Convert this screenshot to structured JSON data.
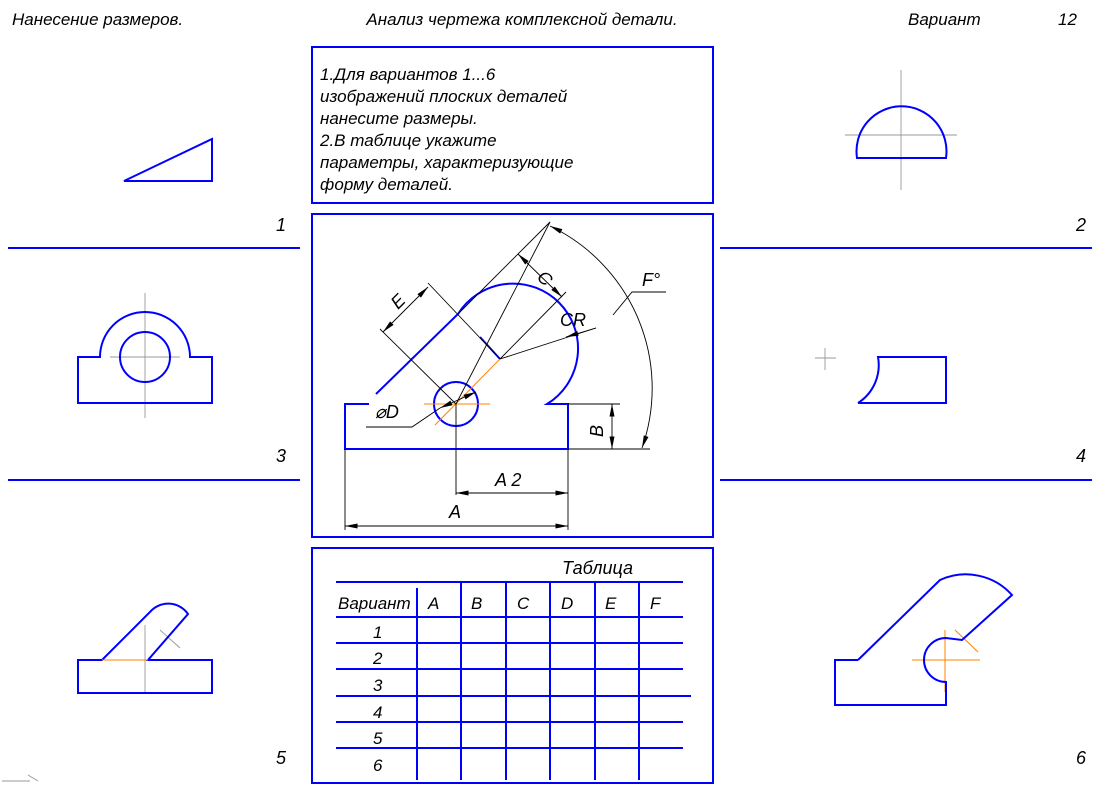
{
  "header": {
    "left_title": "Нанесение размеров.",
    "center_title": "Анализ чертежа комплексной детали.",
    "variant_label": "Вариант",
    "variant_number": "12"
  },
  "instructions": [
    "1.Для вариантов 1...6",
    "изображений плоских деталей",
    "нанесите размеры.",
    "2.В таблице укажите",
    "параметры, характеризующие",
    "форму деталей."
  ],
  "figure_numbers": [
    "1",
    "2",
    "3",
    "4",
    "5",
    "6"
  ],
  "main_drawing": {
    "dimensions": {
      "A": "A",
      "A2": "A 2",
      "B": "B",
      "C": "C",
      "CR": "CR",
      "D": "⌀D",
      "E": "E",
      "F": "F°"
    }
  },
  "table": {
    "title": "Таблица",
    "headers": [
      "Вариант",
      "A",
      "B",
      "C",
      "D",
      "E",
      "F"
    ],
    "rows": [
      "1",
      "2",
      "3",
      "4",
      "5",
      "6"
    ]
  },
  "colors": {
    "outline": "#0000ff",
    "centerline": "#ff8000",
    "dimension": "#000000"
  }
}
